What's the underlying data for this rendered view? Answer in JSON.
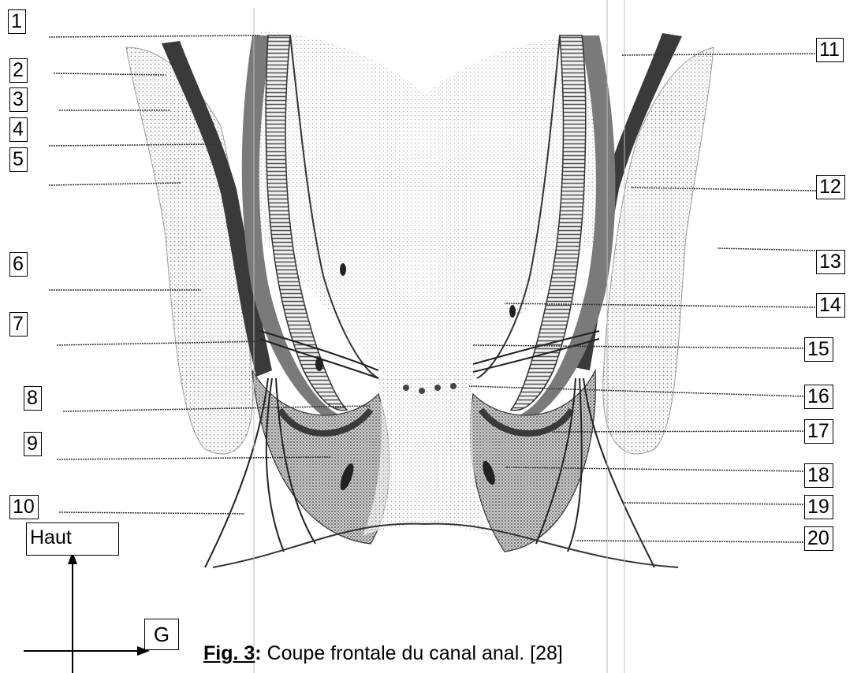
{
  "labels": [
    "1",
    "2",
    "3",
    "4",
    "5",
    "6",
    "7",
    "8",
    "9",
    "10",
    "11",
    "12",
    "13",
    "14",
    "15",
    "16",
    "17",
    "18",
    "19",
    "20"
  ],
  "orientation": {
    "up_label": "Haut",
    "side_label": "G"
  },
  "caption": {
    "fig_label": "Fig. 3",
    "colon": ":",
    "text": " Coupe frontale du canal anal. [28]"
  },
  "colors": {
    "ink": "#000000",
    "muscle_dark": "#3a3a3a",
    "muscle_mid": "#7a7a7a",
    "fat_light": "#dcdcdc",
    "shade": "#bdbdbd"
  }
}
